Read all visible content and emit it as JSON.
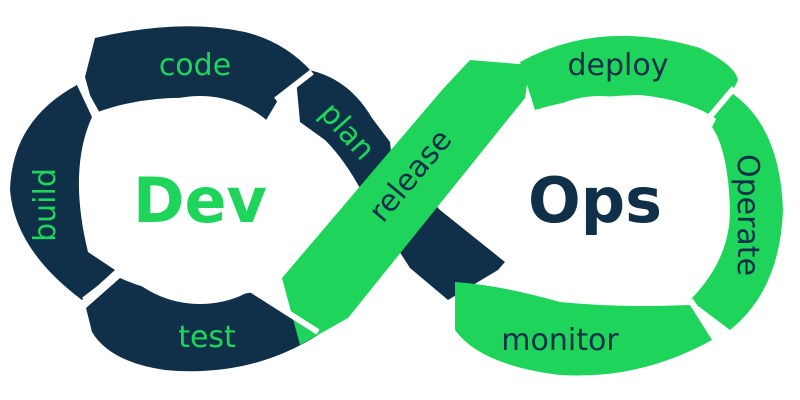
{
  "colors": {
    "dev": "#10304a",
    "ops": "#1fd45a",
    "background": "#ffffff"
  },
  "center": {
    "dev": "Dev",
    "ops": "Ops"
  },
  "stages": {
    "code": "code",
    "plan": "plan",
    "build": "build",
    "test": "test",
    "release": "release",
    "deploy": "deploy",
    "operate": "Operate",
    "monitor": "monitor"
  }
}
